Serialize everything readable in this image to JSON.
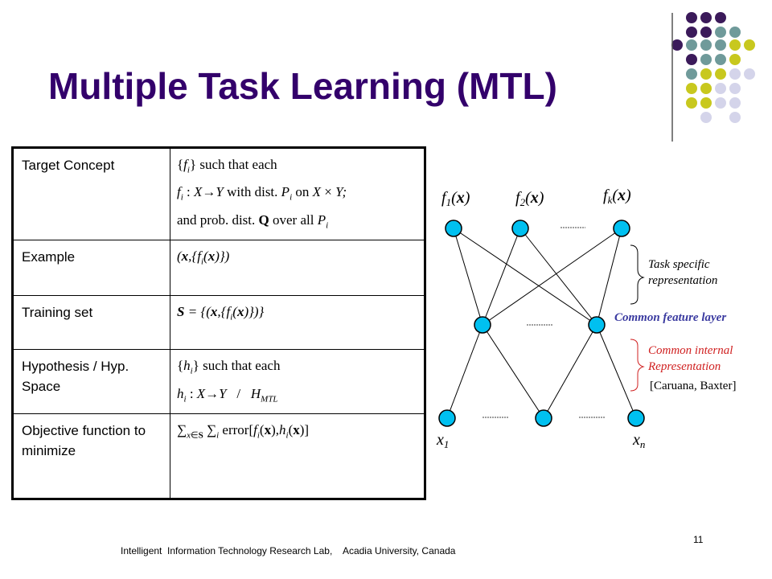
{
  "title": "Multiple Task Learning (MTL)",
  "table": {
    "rows": [
      {
        "label": "Target Concept"
      },
      {
        "label": "Example"
      },
      {
        "label": "Training set"
      },
      {
        "label": "Hypothesis / Hyp. Space"
      },
      {
        "label": "Objective function to minimize"
      }
    ],
    "target_text_1": "such that each",
    "target_text_2": "with dist.",
    "target_text_3": "and prob. dist.",
    "target_text_4": "over all",
    "hyp_text": "such that each",
    "objective_text": "error"
  },
  "diagram": {
    "out_1": "f",
    "out_2": "f",
    "out_k": "f",
    "task_specific": [
      "Task specific",
      "representation"
    ],
    "common_feature": "Common feature layer",
    "common_internal": [
      "Common internal",
      "Representation"
    ],
    "citation": "[Caruana, Baxter]",
    "x1": "x",
    "xn": "x",
    "colors": {
      "node": "#00c0f0",
      "blue_label": "#3a3aa0",
      "red_label": "#d02020",
      "title": "#33006b"
    }
  },
  "footer": "Intelligent  Information Technology Research Lab,    Acadia University, Canada",
  "page_number": "11"
}
